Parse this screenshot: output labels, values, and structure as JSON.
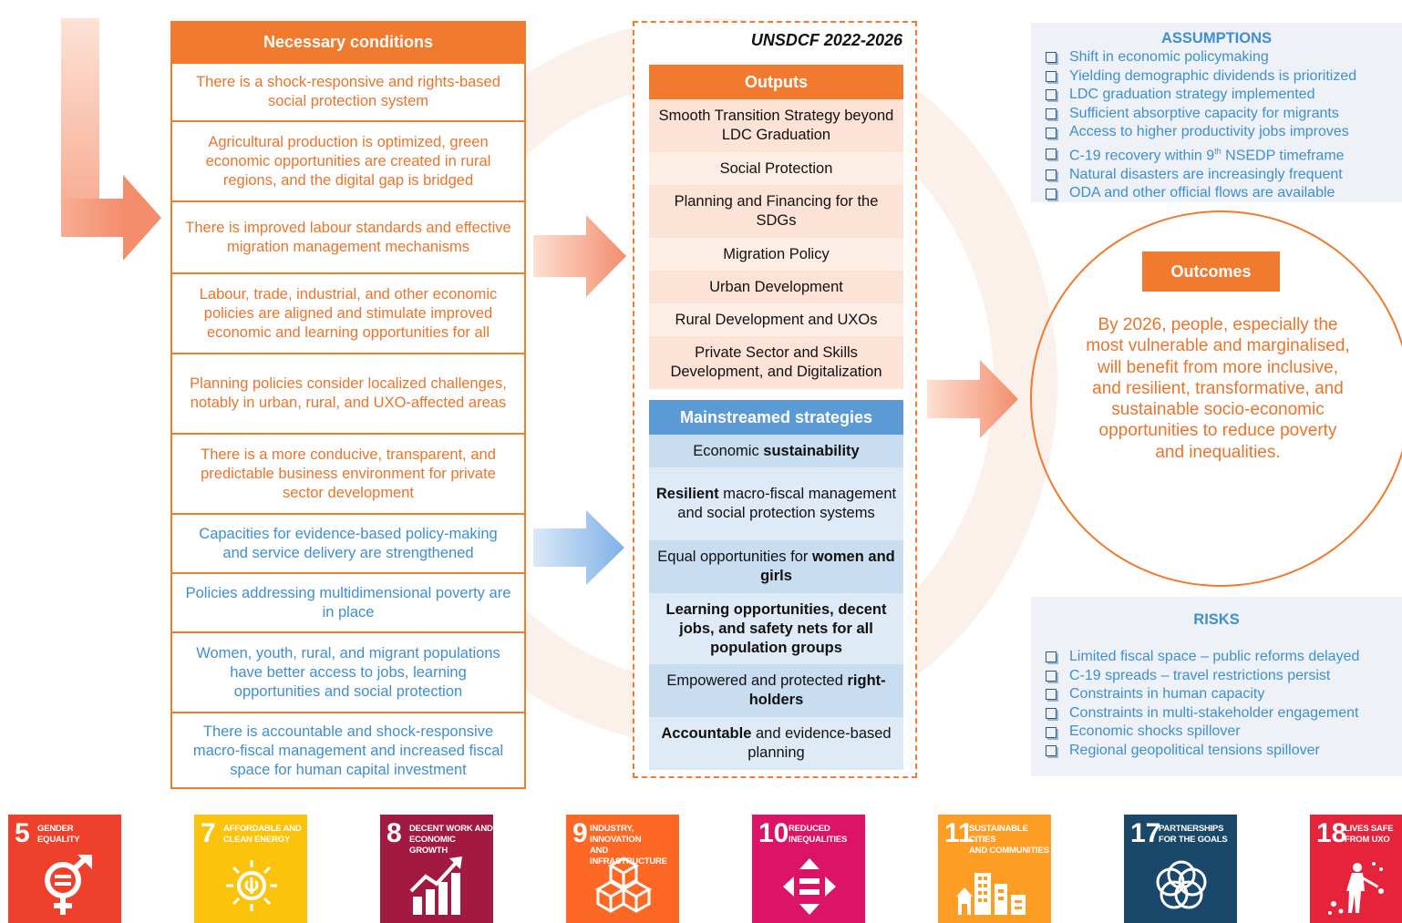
{
  "necessary_conditions": {
    "title": "Necessary conditions",
    "items": [
      {
        "text": "There is a shock-responsive and rights-based social protection system",
        "color": "#e8752c"
      },
      {
        "text": "Agricultural production is optimized, green economic opportunities are created in rural regions, and the digital gap is bridged",
        "color": "#e8752c"
      },
      {
        "text": "There is improved labour standards and effective migration management mechanisms",
        "color": "#e8752c"
      },
      {
        "text": "Labour, trade, industrial, and other economic policies are aligned and stimulate improved economic and learning opportunities for all",
        "color": "#e8752c"
      },
      {
        "text": "Planning policies consider localized challenges, notably in urban, rural, and UXO-affected areas",
        "color": "#e8752c"
      },
      {
        "text": "There is a more conducive, transparent, and predictable business environment for private sector development",
        "color": "#e8752c"
      },
      {
        "text": "Capacities for evidence-based policy-making and service delivery are strengthened",
        "color": "#3f8fcf"
      },
      {
        "text": "Policies addressing multidimensional poverty are in place",
        "color": "#3f8fcf"
      },
      {
        "text": "Women, youth, rural, and migrant populations have better access to jobs, learning opportunities and social protection",
        "color": "#3f8fcf"
      },
      {
        "text": "There is accountable and shock-responsive macro-fiscal management and increased fiscal space for human capital investment",
        "color": "#3f8fcf"
      }
    ]
  },
  "unsdcf": {
    "title": "UNSDCF 2022-2026",
    "outputs_title": "Outputs",
    "outputs": [
      "Smooth Transition Strategy beyond LDC Graduation",
      "Social Protection",
      "Planning and Financing for the SDGs",
      "Migration Policy",
      "Urban Development",
      "Rural Development and UXOs",
      "Private Sector and Skills Development, and Digitalization"
    ],
    "strategies_title": "Mainstreamed strategies",
    "strategies": [
      {
        "pre": "Economic ",
        "bold": "sustainability",
        "post": ""
      },
      {
        "pre": "",
        "bold": "Resilient",
        "post": " macro-fiscal management and social protection systems"
      },
      {
        "pre": "Equal opportunities for ",
        "bold": "women and girls",
        "post": ""
      },
      {
        "pre": "",
        "bold": "Learning opportunities, decent jobs, and safety nets for all population groups",
        "post": ""
      },
      {
        "pre": "Empowered and protected ",
        "bold": "right-holders",
        "post": ""
      },
      {
        "pre": "",
        "bold": "Accountable",
        "post": " and evidence-based planning"
      }
    ]
  },
  "assumptions": {
    "title": "ASSUMPTIONS",
    "items": [
      "Shift in economic policymaking",
      "Yielding demographic dividends is prioritized",
      "LDC graduation strategy implemented",
      "Sufficient absorptive capacity for migrants",
      "Access to higher productivity jobs improves",
      "C-19 recovery within 9th NSEDP timeframe",
      "Natural disasters are increasingly frequent",
      "ODA and other official flows are available"
    ]
  },
  "outcomes": {
    "title": "Outcomes",
    "text": "By 2026, people, especially the most vulnerable and marginalised, will benefit from more inclusive, and resilient, transformative, and sustainable socio-economic opportunities to reduce poverty and inequalities."
  },
  "risks": {
    "title": "RISKS",
    "items": [
      "Limited fiscal space – public reforms delayed",
      "C-19 spreads – travel restrictions persist",
      "Constraints in human capacity",
      "Constraints in multi-stakeholder engagement",
      "Economic shocks spillover",
      "Regional geopolitical tensions spillover"
    ]
  },
  "sdgs": [
    {
      "number": "5",
      "line1": "GENDER",
      "line2": "EQUALITY",
      "color": "#ef402b",
      "icon": "gender-equality-icon"
    },
    {
      "number": "7",
      "line1": "AFFORDABLE AND",
      "line2": "CLEAN ENERGY",
      "color": "#fcc30b",
      "icon": "sun-energy-icon"
    },
    {
      "number": "8",
      "line1": "DECENT WORK AND",
      "line2": "ECONOMIC GROWTH",
      "color": "#a21942",
      "icon": "growth-chart-icon"
    },
    {
      "number": "9",
      "line1": "INDUSTRY, INNOVATION",
      "line2": "AND INFRASTRUCTURE",
      "color": "#fd6925",
      "icon": "cubes-icon"
    },
    {
      "number": "10",
      "line1": "REDUCED",
      "line2": "INEQUALITIES",
      "color": "#dd1367",
      "icon": "equality-arrows-icon"
    },
    {
      "number": "11",
      "line1": "SUSTAINABLE CITIES",
      "line2": "AND COMMUNITIES",
      "color": "#fd9d24",
      "icon": "city-icon"
    },
    {
      "number": "17",
      "line1": "PARTNERSHIPS",
      "line2": "FOR THE GOALS",
      "color": "#19486a",
      "icon": "rings-icon"
    },
    {
      "number": "18",
      "line1": "LIVES SAFE",
      "line2": "FROM UXO",
      "color": "#e5243b",
      "icon": "uxo-clearance-icon"
    }
  ],
  "colors": {
    "orange": "#f07a2e",
    "orange_text": "#e8752c",
    "blue_text": "#3f8fcf",
    "blue_header": "#5b9bd5"
  }
}
